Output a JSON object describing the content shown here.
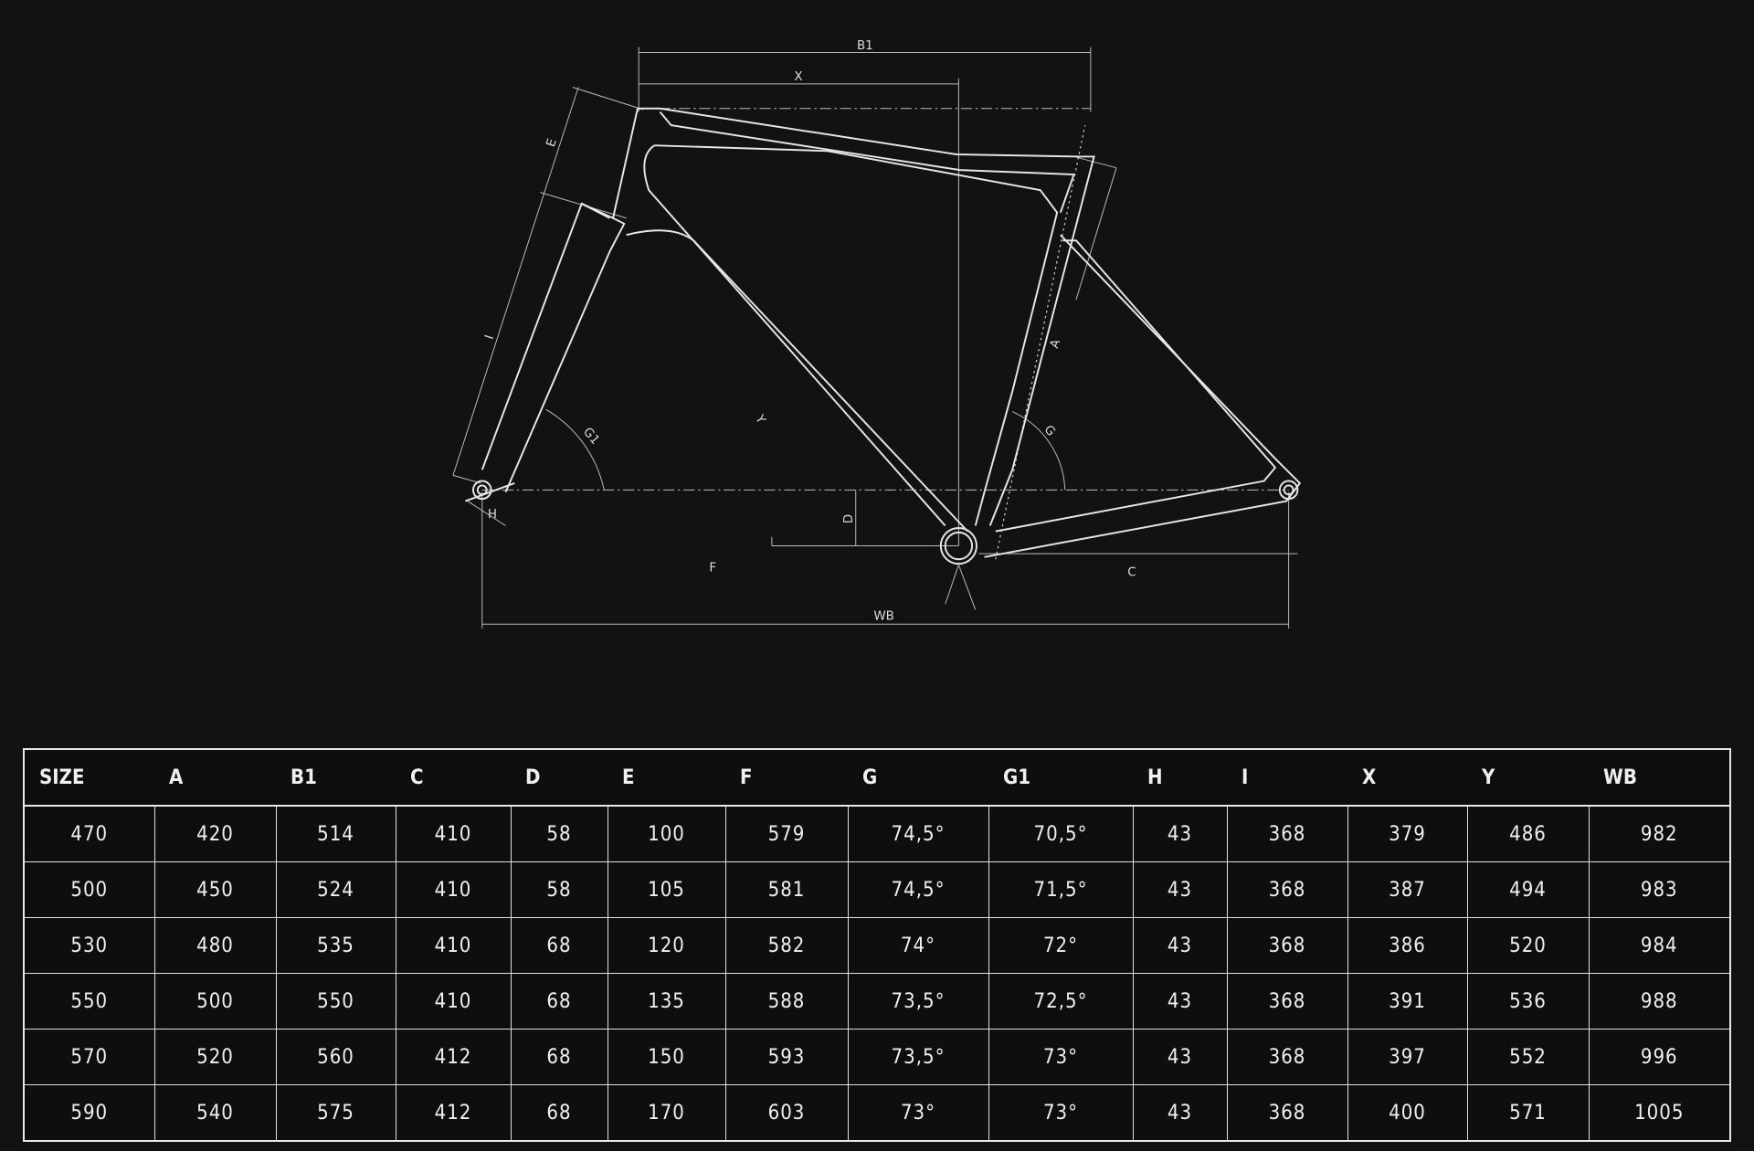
{
  "diagram": {
    "labels": {
      "b1": "B1",
      "x": "X",
      "e": "E",
      "i": "I",
      "g1": "G1",
      "h": "H",
      "y": "Y",
      "d": "D",
      "f": "F",
      "wb": "WB",
      "a": "A",
      "g": "G",
      "c": "C"
    }
  },
  "geometry_table": {
    "headers": [
      "SIZE",
      "A",
      "B1",
      "C",
      "D",
      "E",
      "F",
      "G",
      "G1",
      "H",
      "I",
      "X",
      "Y",
      "WB"
    ],
    "rows": [
      [
        "470",
        "420",
        "514",
        "410",
        "58",
        "100",
        "579",
        "74,5°",
        "70,5°",
        "43",
        "368",
        "379",
        "486",
        "982"
      ],
      [
        "500",
        "450",
        "524",
        "410",
        "58",
        "105",
        "581",
        "74,5°",
        "71,5°",
        "43",
        "368",
        "387",
        "494",
        "983"
      ],
      [
        "530",
        "480",
        "535",
        "410",
        "68",
        "120",
        "582",
        "74°",
        "72°",
        "43",
        "368",
        "386",
        "520",
        "984"
      ],
      [
        "550",
        "500",
        "550",
        "410",
        "68",
        "135",
        "588",
        "73,5°",
        "72,5°",
        "43",
        "368",
        "391",
        "536",
        "988"
      ],
      [
        "570",
        "520",
        "560",
        "412",
        "68",
        "150",
        "593",
        "73,5°",
        "73°",
        "43",
        "368",
        "397",
        "552",
        "996"
      ],
      [
        "590",
        "540",
        "575",
        "412",
        "68",
        "170",
        "603",
        "73°",
        "73°",
        "43",
        "368",
        "400",
        "571",
        "1005"
      ]
    ]
  }
}
